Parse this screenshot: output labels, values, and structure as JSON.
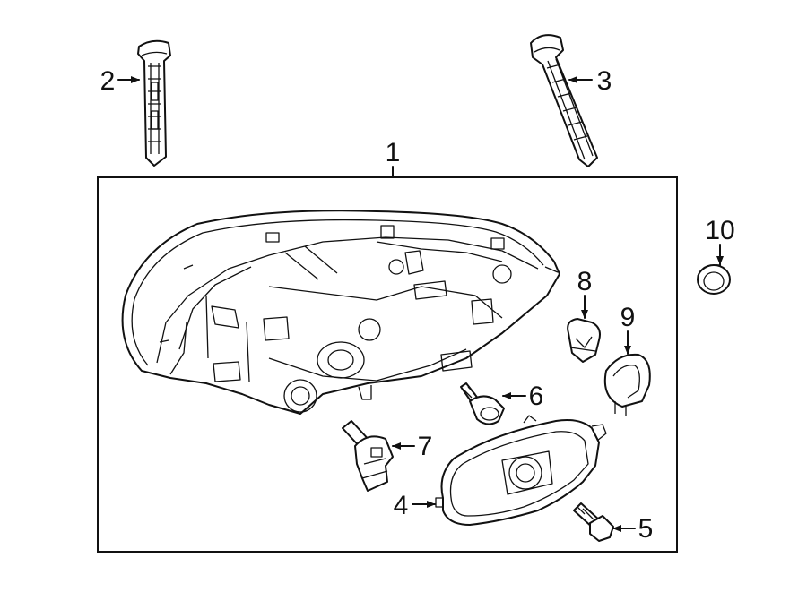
{
  "callouts": {
    "c1": "1",
    "c2": "2",
    "c3": "3",
    "c4": "4",
    "c5": "5",
    "c6": "6",
    "c7": "7",
    "c8": "8",
    "c9": "9",
    "c10": "10"
  },
  "parts": [
    {
      "callout": "1",
      "icon": "headlamp-assembly-icon"
    },
    {
      "callout": "2",
      "icon": "mounting-bracket-left-icon"
    },
    {
      "callout": "3",
      "icon": "mounting-bracket-right-icon"
    },
    {
      "callout": "4",
      "icon": "fog-lamp-housing-icon"
    },
    {
      "callout": "5",
      "icon": "screw-icon"
    },
    {
      "callout": "6",
      "icon": "bulb-h-icon"
    },
    {
      "callout": "7",
      "icon": "bulb-socket-icon"
    },
    {
      "callout": "8",
      "icon": "bulb-small-icon"
    },
    {
      "callout": "9",
      "icon": "cap-icon"
    },
    {
      "callout": "10",
      "icon": "grommet-icon"
    }
  ],
  "colors": {
    "line": "#111111",
    "background": "#ffffff"
  }
}
